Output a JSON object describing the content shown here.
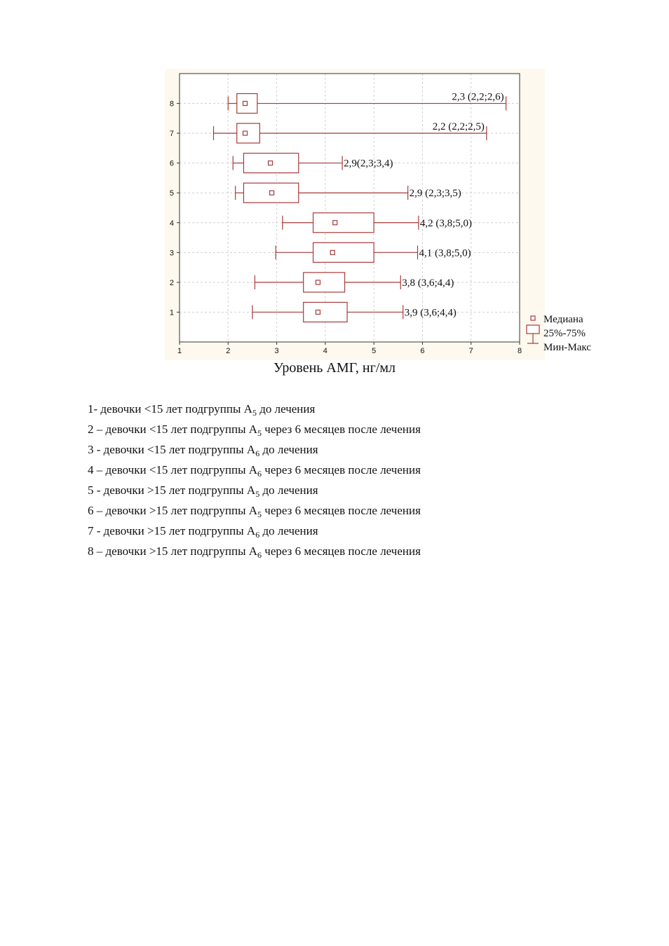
{
  "chart_data": {
    "type": "boxplot",
    "orientation": "horizontal",
    "xlabel": "Уровень АМГ, нг/мл",
    "xlim": [
      1,
      8
    ],
    "xticks": [
      "1",
      "2",
      "3",
      "4",
      "5",
      "6",
      "7",
      "8"
    ],
    "ylim": [
      0,
      9
    ],
    "yticks": [
      "1",
      "2",
      "3",
      "4",
      "5",
      "6",
      "7",
      "8"
    ],
    "grid": true,
    "color": "#a83a3a",
    "legend": {
      "position": "bottom-right",
      "items": [
        "Медиана",
        "25%-75%",
        "Мин-Макс"
      ]
    },
    "groups": [
      {
        "id": "1",
        "min": 2.5,
        "q1": 3.55,
        "median": 3.85,
        "q3": 4.45,
        "max": 5.6,
        "annotation": "3,9 (3,6;4,4)"
      },
      {
        "id": "2",
        "min": 2.55,
        "q1": 3.55,
        "median": 3.85,
        "q3": 4.4,
        "max": 5.55,
        "annotation": "3,8 (3,6;4,4)"
      },
      {
        "id": "3",
        "min": 2.98,
        "q1": 3.75,
        "median": 4.15,
        "q3": 5.0,
        "max": 5.9,
        "annotation": "4,1 (3,8;5,0)"
      },
      {
        "id": "4",
        "min": 3.12,
        "q1": 3.75,
        "median": 4.2,
        "q3": 5.0,
        "max": 5.92,
        "annotation": "4,2 (3,8;5,0)"
      },
      {
        "id": "5",
        "min": 2.15,
        "q1": 2.32,
        "median": 2.9,
        "q3": 3.45,
        "max": 5.7,
        "annotation": "2,9 (2,3;3,5)"
      },
      {
        "id": "6",
        "min": 2.1,
        "q1": 2.32,
        "median": 2.87,
        "q3": 3.45,
        "max": 4.35,
        "annotation": "2,9(2,3;3,4)"
      },
      {
        "id": "7",
        "min": 1.7,
        "q1": 2.18,
        "median": 2.35,
        "q3": 2.65,
        "max": 7.32,
        "annotation": "2,2 (2,2;2,5)"
      },
      {
        "id": "8",
        "min": 2.0,
        "q1": 2.18,
        "median": 2.35,
        "q3": 2.6,
        "max": 7.72,
        "annotation": "2,3 (2,2;2,6)"
      }
    ]
  },
  "group_legend": [
    {
      "pre": "1- девочки <15 лет подгруппы А",
      "sub": "5",
      "post": " до лечения"
    },
    {
      "pre": "2 – девочки <15 лет подгруппы А",
      "sub": "5",
      "post": " через 6 месяцев после лечения"
    },
    {
      "pre": "3 - девочки <15 лет подгруппы А",
      "sub": "6",
      "post": " до лечения"
    },
    {
      "pre": "4 – девочки <15 лет подгруппы А",
      "sub": "6",
      "post": " через 6 месяцев после лечения"
    },
    {
      "pre": "5 - девочки >15 лет подгруппы А",
      "sub": "5",
      "post": " до лечения"
    },
    {
      "pre": "6 – девочки >15 лет подгруппы А",
      "sub": "5",
      "post": " через 6 месяцев после лечения"
    },
    {
      "pre": "7 - девочки >15 лет подгруппы А",
      "sub": "6",
      "post": " до лечения"
    },
    {
      "pre": "8 – девочки >15 лет подгруппы А",
      "sub": "6",
      "post": " через 6 месяцев после лечения"
    }
  ]
}
